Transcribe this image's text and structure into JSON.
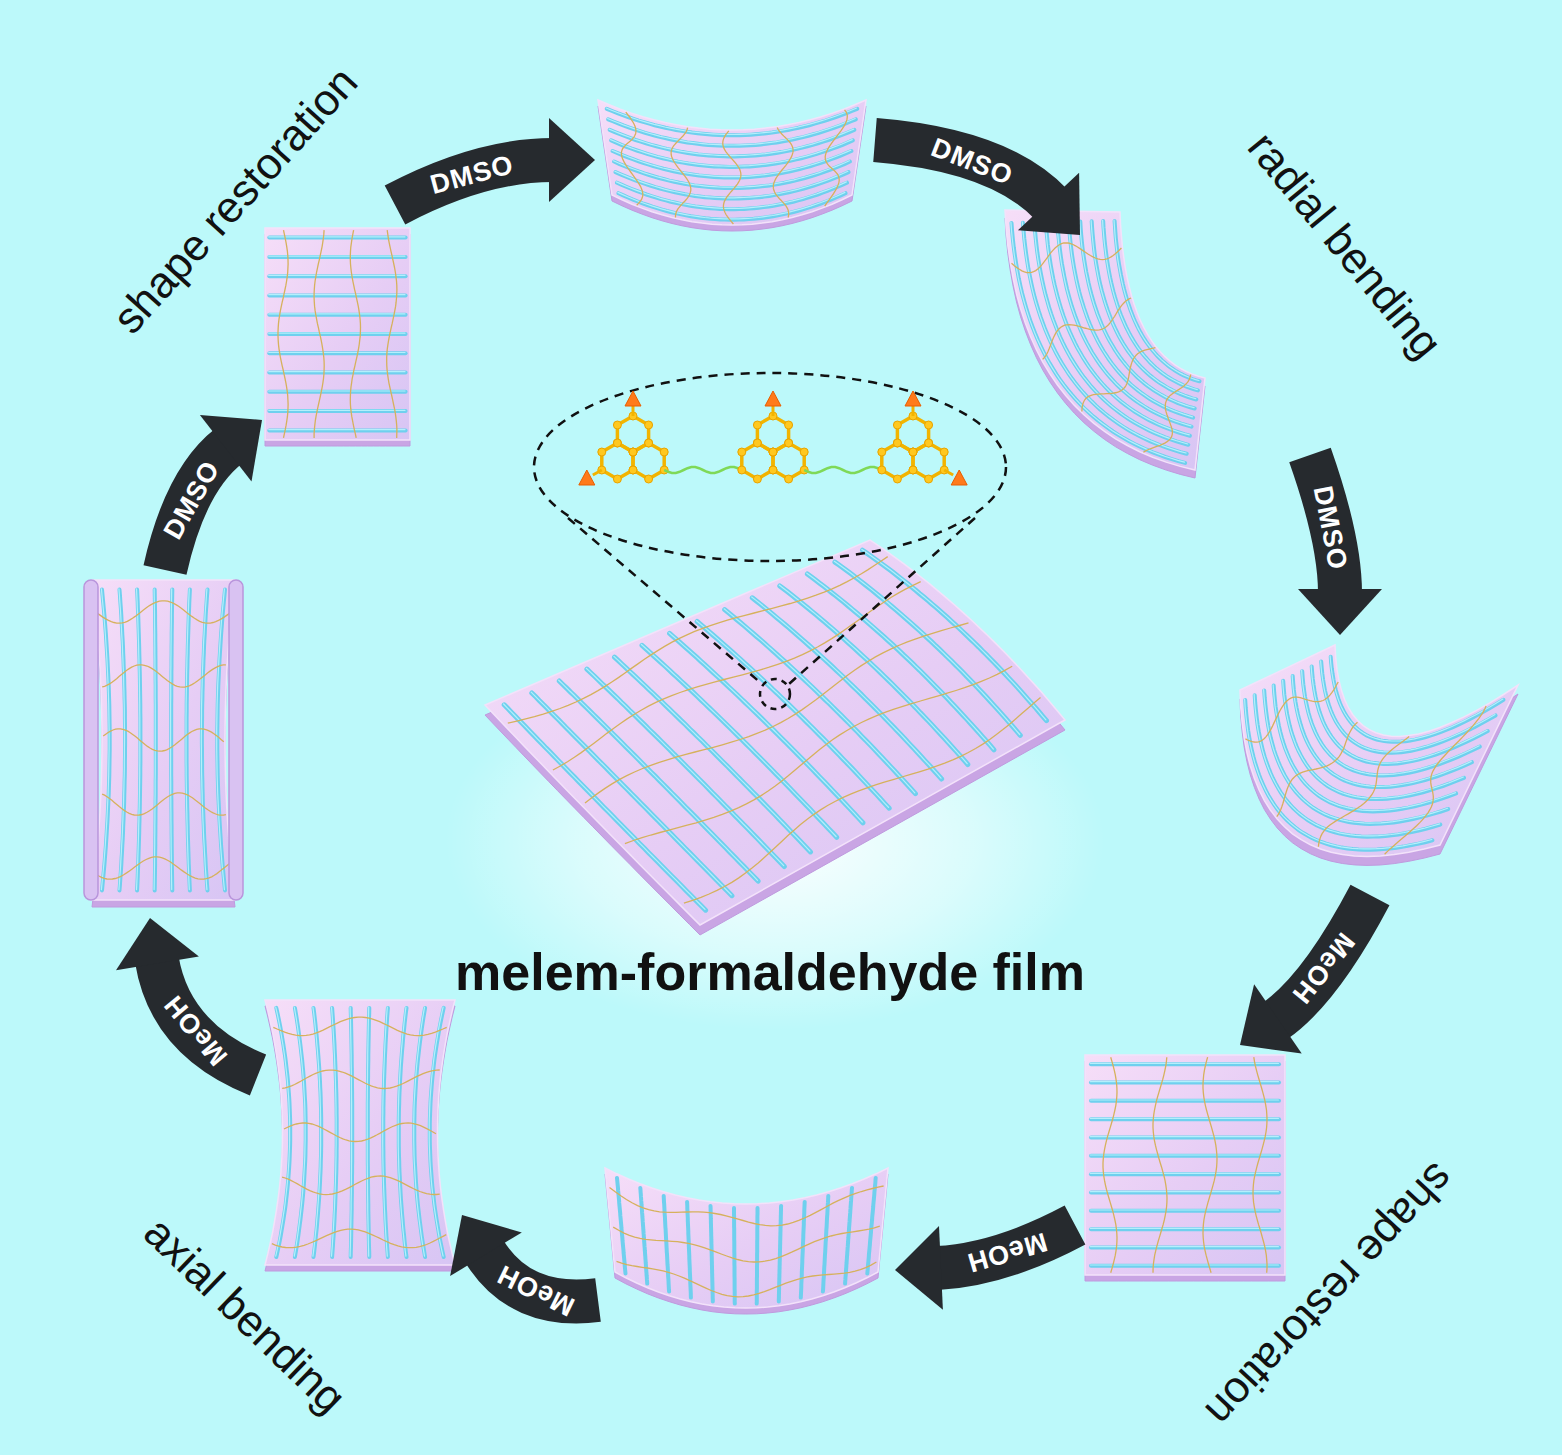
{
  "diagram": {
    "title": "melem-formaldehyde film",
    "labels": [
      "shape restoration",
      "DMSO",
      "DMSO",
      "radial bending",
      "DMSO",
      "MeOH",
      "shape restoration",
      "MeOH",
      "MeOH",
      "axial bending",
      "MeOH",
      "DMSO"
    ]
  }
}
